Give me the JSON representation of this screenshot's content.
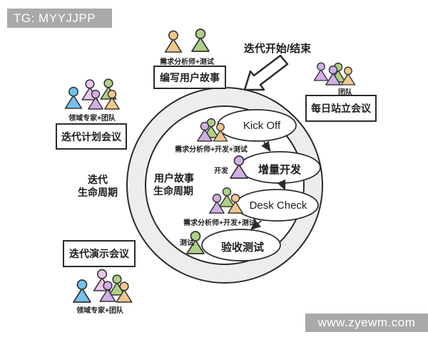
{
  "watermarks": {
    "top_left": "TG: MYYJJPP",
    "bottom_right": "www.zyewm.com"
  },
  "diagram": {
    "start_end_label": "迭代开始/结束",
    "outer_cycle_label": [
      "迭代",
      "生命周期"
    ],
    "inner_cycle_label": [
      "用户故事",
      "生命周期"
    ],
    "boxes": {
      "write_story": "编写用户故事",
      "daily_standup": "每日站立会议",
      "iteration_planning": "迭代计划会议",
      "iteration_demo": "迭代演示会议"
    },
    "steps": {
      "kick_off": "Kick Off",
      "incremental_dev": "增量开发",
      "desk_check": "Desk Check",
      "acceptance_test": "验收测试"
    },
    "roles": {
      "analyst_test": "需求分析师+测试",
      "team": "团队",
      "expert_team_top": "领域专家+团队",
      "analyst_dev_test_top": "需求分析师+开发+测试",
      "dev": "开发",
      "analyst_dev_test_mid": "需求分析师+开发+测试",
      "test": "测试",
      "expert_team_bottom": "领域专家+团队"
    }
  },
  "colors": {
    "purple": "#d2aee6",
    "pink": "#edc6ea",
    "green": "#aed084",
    "orange": "#f2c78e",
    "blue": "#72c2ee",
    "outline": "#2b2b2b",
    "ring_fill": "#ededed",
    "watermark_bg": "#a9a9a9"
  }
}
